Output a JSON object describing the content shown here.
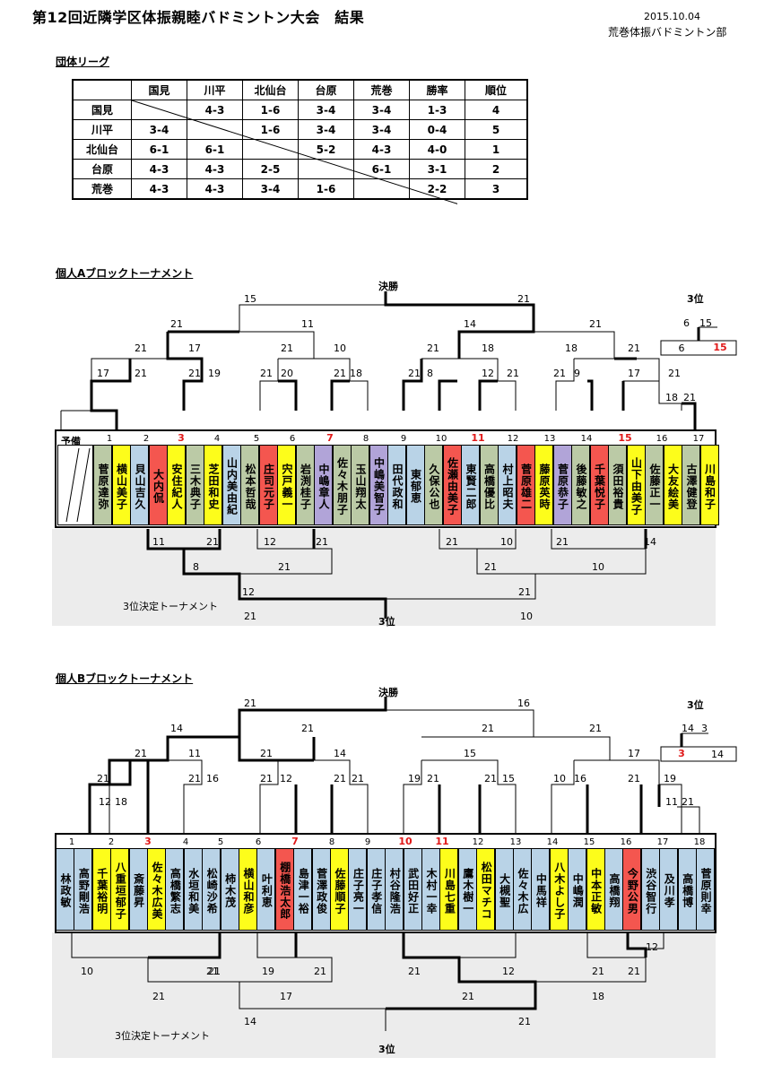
{
  "header": {
    "title": "第12回近隣学区体振親睦バドミントン大会　結果",
    "date": "2015.10.04",
    "org": "荒巻体振バドミントン部"
  },
  "league": {
    "heading": "団体リーグ",
    "columns": [
      "国見",
      "川平",
      "北仙台",
      "台原",
      "荒巻",
      "勝率",
      "順位"
    ],
    "rows": [
      {
        "team": "国見",
        "cells": [
          "",
          "4-3",
          "1-6",
          "3-4",
          "3-4",
          "1-3",
          "4"
        ]
      },
      {
        "team": "川平",
        "cells": [
          "3-4",
          "",
          "1-6",
          "3-4",
          "3-4",
          "0-4",
          "5"
        ]
      },
      {
        "team": "北仙台",
        "cells": [
          "6-1",
          "6-1",
          "",
          "5-2",
          "4-3",
          "4-0",
          "1"
        ]
      },
      {
        "team": "台原",
        "cells": [
          "4-3",
          "4-3",
          "2-5",
          "",
          "6-1",
          "3-1",
          "2"
        ]
      },
      {
        "team": "荒巻",
        "cells": [
          "4-3",
          "4-3",
          "3-4",
          "1-6",
          "",
          "2-2",
          "3"
        ]
      }
    ]
  },
  "blockA": {
    "heading": "個人Aブロックトーナメント",
    "final_label": "決勝",
    "third_label": "3位",
    "third_tournament_label": "3位決定トーナメント",
    "yobi": "予備",
    "slot_numbers": [
      "1",
      "2",
      "3",
      "4",
      "5",
      "6",
      "7",
      "8",
      "9",
      "10",
      "11",
      "12",
      "13",
      "14",
      "15",
      "16",
      "17"
    ],
    "names": [
      "菅原達弥",
      "横山美子",
      "貝山吉久",
      "大内侃",
      "安住紀人",
      "三木典子",
      "芝田和史",
      "山内美由紀",
      "松本哲哉",
      "庄司元子",
      "宍戸義一",
      "岩渕桂子",
      "中嶋章人",
      "佐々木朋子",
      "玉山翔太",
      "中嶋美智子",
      "田代政和",
      "東郁恵",
      "久保公也",
      "佐瀬由美子",
      "東賢二郎",
      "高橋優比",
      "村上昭夫",
      "菅原雄二",
      "藤原英時",
      "菅原恭子",
      "後藤敏之",
      "千葉悦子",
      "須田裕貴",
      "山下由美子",
      "佐藤正一",
      "大友絵美",
      "古澤健登",
      "川島和子"
    ],
    "colors": [
      "gray",
      "yellow",
      "blue",
      "red",
      "yellow",
      "gray",
      "yellow",
      "blue",
      "gray",
      "red",
      "yellow",
      "gray",
      "purple",
      "gray",
      "gray",
      "purple",
      "blue",
      "blue",
      "gray",
      "red",
      "blue",
      "gray",
      "blue",
      "red",
      "yellow",
      "purple",
      "gray",
      "red",
      "gray",
      "yellow",
      "gray",
      "yellow",
      "gray",
      "yellow"
    ],
    "scores_top": [
      "15",
      "21",
      "21",
      "11",
      "14",
      "21",
      "21",
      "17",
      "21",
      "10",
      "21",
      "18",
      "18",
      "21",
      "17",
      "21",
      "21",
      "19",
      "21",
      "20",
      "21",
      "18",
      "21",
      "8",
      "12",
      "21",
      "21",
      "9",
      "17",
      "21",
      "18",
      "21",
      "6",
      "15"
    ],
    "scores_bottom": [
      "11",
      "21",
      "12",
      "21",
      "8",
      "21",
      "21",
      "10",
      "21",
      "14",
      "12",
      "21",
      "10",
      "21",
      "21",
      "10"
    ]
  },
  "blockB": {
    "heading": "個人Bブロックトーナメント",
    "final_label": "決勝",
    "third_label": "3位",
    "third_tournament_label": "3位決定トーナメント",
    "slot_numbers": [
      "1",
      "2",
      "3",
      "4",
      "5",
      "6",
      "7",
      "8",
      "9",
      "10",
      "11",
      "12",
      "13",
      "14",
      "15",
      "16",
      "17",
      "18"
    ],
    "names": [
      "林政敏",
      "高野剛浩",
      "千葉裕明",
      "八重垣郁子",
      "斎藤昇",
      "佐々木広美",
      "高橋繁志",
      "水垣和美",
      "松崎沙希",
      "柿木茂",
      "横山和彦",
      "叶利恵",
      "棚橋浩太郎",
      "島津一裕",
      "菅澤政俊",
      "佐藤順子",
      "庄子亮一",
      "庄子孝信",
      "村谷隆浩",
      "武田好正",
      "木村一幸",
      "川島七重",
      "鷹木樹一",
      "松田マチコ",
      "大槻聖",
      "佐々木広",
      "中馬祥",
      "八木よし子",
      "中嶋潤",
      "中本正敏",
      "高橋翔",
      "今野公男",
      "渋谷智行",
      "及川孝",
      "高橋博",
      "菅原則幸"
    ],
    "colors": [
      "blue",
      "blue",
      "yellow",
      "yellow",
      "blue",
      "yellow",
      "blue",
      "blue",
      "blue",
      "blue",
      "yellow",
      "blue",
      "red",
      "blue",
      "blue",
      "yellow",
      "blue",
      "blue",
      "blue",
      "blue",
      "blue",
      "yellow",
      "blue",
      "yellow",
      "blue",
      "blue",
      "blue",
      "yellow",
      "blue",
      "yellow",
      "blue",
      "red",
      "blue",
      "blue",
      "blue",
      "blue"
    ],
    "scores_top": [
      "21",
      "16",
      "14",
      "21",
      "21",
      "11",
      "21",
      "14",
      "21",
      "18",
      "12",
      "21",
      "16",
      "21",
      "12",
      "21",
      "21",
      "19",
      "21",
      "15",
      "21",
      "15",
      "21",
      "10",
      "16",
      "21",
      "17",
      "11",
      "21",
      "21",
      "19",
      "3",
      "14"
    ],
    "scores_bottom": [
      "21",
      "12",
      "10",
      "21",
      "19",
      "21",
      "21",
      "12",
      "21",
      "21",
      "21",
      "17",
      "21",
      "18",
      "14",
      "21"
    ]
  }
}
